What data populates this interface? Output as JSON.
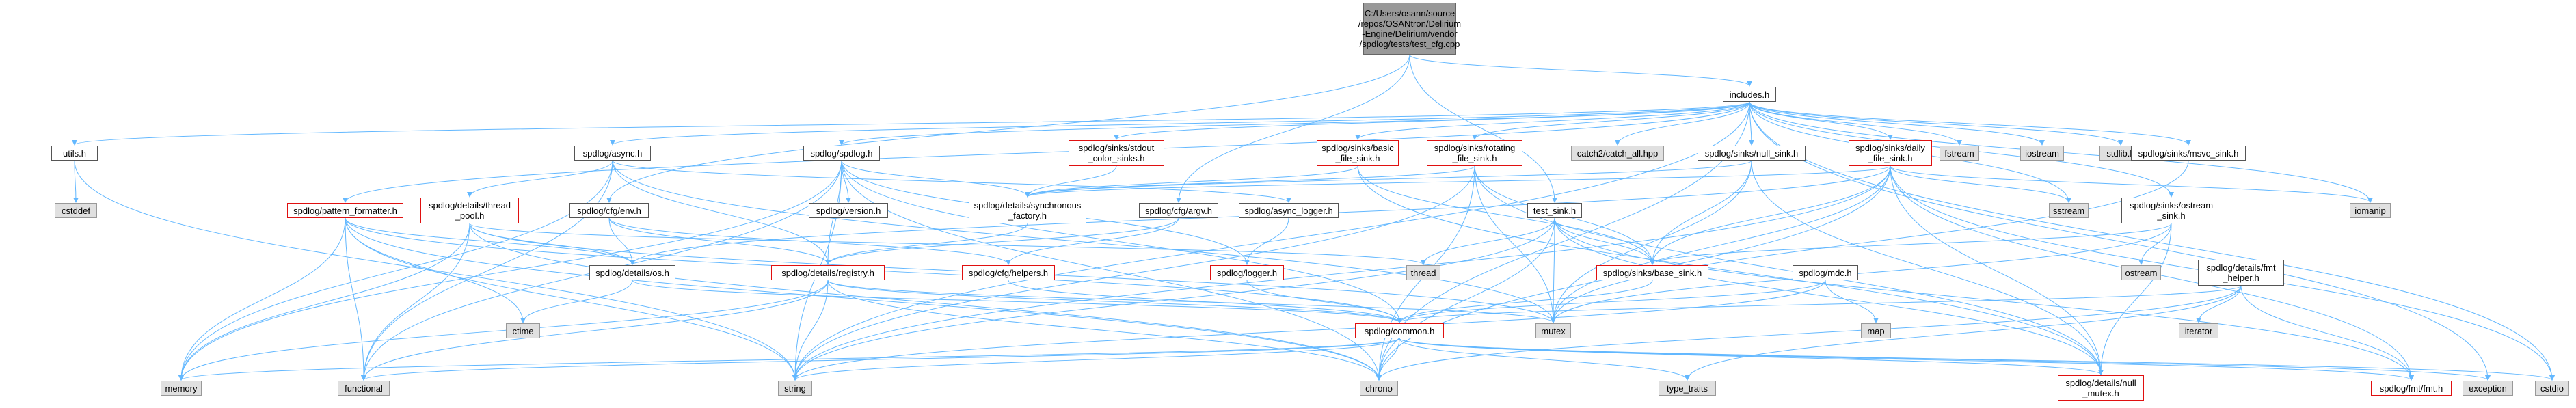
{
  "colors": {
    "edge": "#63b8ff",
    "box_border": "#555555",
    "box_border_incomplete": "#e01010",
    "system_fill": "#e0e0e0",
    "root_fill": "#999999"
  },
  "nodes": [
    {
      "id": "root",
      "label": "C:/Users/osann/source\n/repos/OSANtron/Delirium\n-Engine/Delirium/vendor\n/spdlog/tests/test_cfg.cpp",
      "kind": "root"
    },
    {
      "id": "includes_h",
      "label": "includes.h",
      "kind": "doc"
    },
    {
      "id": "utils_h",
      "label": "utils.h",
      "kind": "doc"
    },
    {
      "id": "cstddef",
      "label": "cstddef",
      "kind": "sys"
    },
    {
      "id": "async_h",
      "label": "spdlog/async.h",
      "kind": "doc"
    },
    {
      "id": "spdlog_h",
      "label": "spdlog/spdlog.h",
      "kind": "doc"
    },
    {
      "id": "stdout_color_sinks_h",
      "label": "spdlog/sinks/stdout\n_color_sinks.h",
      "kind": "incomplete"
    },
    {
      "id": "basic_file_sink_h",
      "label": "spdlog/sinks/basic\n_file_sink.h",
      "kind": "incomplete"
    },
    {
      "id": "rotating_file_sink_h",
      "label": "spdlog/sinks/rotating\n_file_sink.h",
      "kind": "incomplete"
    },
    {
      "id": "catch_all_hpp",
      "label": "catch2/catch_all.hpp",
      "kind": "sys"
    },
    {
      "id": "null_sink_h",
      "label": "spdlog/sinks/null_sink.h",
      "kind": "doc"
    },
    {
      "id": "daily_file_sink_h",
      "label": "spdlog/sinks/daily\n_file_sink.h",
      "kind": "incomplete"
    },
    {
      "id": "fstream",
      "label": "fstream",
      "kind": "sys"
    },
    {
      "id": "iostream",
      "label": "iostream",
      "kind": "sys"
    },
    {
      "id": "stdlib_h",
      "label": "stdlib.h",
      "kind": "sys"
    },
    {
      "id": "msvc_sink_h",
      "label": "spdlog/sinks/msvc_sink.h",
      "kind": "doc"
    },
    {
      "id": "iomanip",
      "label": "iomanip",
      "kind": "sys"
    },
    {
      "id": "pattern_formatter_h",
      "label": "spdlog/pattern_formatter.h",
      "kind": "incomplete"
    },
    {
      "id": "thread_pool_h",
      "label": "spdlog/details/thread\n_pool.h",
      "kind": "incomplete"
    },
    {
      "id": "cfg_env_h",
      "label": "spdlog/cfg/env.h",
      "kind": "doc"
    },
    {
      "id": "version_h",
      "label": "spdlog/version.h",
      "kind": "doc"
    },
    {
      "id": "synchronous_factory_h",
      "label": "spdlog/details/synchronous\n_factory.h",
      "kind": "doc"
    },
    {
      "id": "cfg_argv_h",
      "label": "spdlog/cfg/argv.h",
      "kind": "doc"
    },
    {
      "id": "async_logger_h",
      "label": "spdlog/async_logger.h",
      "kind": "doc"
    },
    {
      "id": "test_sink_h",
      "label": "test_sink.h",
      "kind": "doc"
    },
    {
      "id": "sstream",
      "label": "sstream",
      "kind": "sys"
    },
    {
      "id": "ostream_sink_h",
      "label": "spdlog/sinks/ostream\n_sink.h",
      "kind": "doc"
    },
    {
      "id": "thread",
      "label": "thread",
      "kind": "sys"
    },
    {
      "id": "os_h",
      "label": "spdlog/details/os.h",
      "kind": "doc"
    },
    {
      "id": "registry_h",
      "label": "spdlog/details/registry.h",
      "kind": "incomplete"
    },
    {
      "id": "helpers_h",
      "label": "spdlog/cfg/helpers.h",
      "kind": "incomplete"
    },
    {
      "id": "logger_h",
      "label": "spdlog/logger.h",
      "kind": "incomplete"
    },
    {
      "id": "base_sink_h",
      "label": "spdlog/sinks/base_sink.h",
      "kind": "incomplete"
    },
    {
      "id": "mdc_h",
      "label": "spdlog/mdc.h",
      "kind": "doc"
    },
    {
      "id": "ostream",
      "label": "ostream",
      "kind": "sys"
    },
    {
      "id": "fmt_helper_h",
      "label": "spdlog/details/fmt\n_helper.h",
      "kind": "doc"
    },
    {
      "id": "ctime",
      "label": "ctime",
      "kind": "sys"
    },
    {
      "id": "mutex",
      "label": "mutex",
      "kind": "sys"
    },
    {
      "id": "common_h",
      "label": "spdlog/common.h",
      "kind": "incomplete"
    },
    {
      "id": "map",
      "label": "map",
      "kind": "sys"
    },
    {
      "id": "iterator",
      "label": "iterator",
      "kind": "sys"
    },
    {
      "id": "memory",
      "label": "memory",
      "kind": "sys"
    },
    {
      "id": "functional",
      "label": "functional",
      "kind": "sys"
    },
    {
      "id": "string",
      "label": "string",
      "kind": "sys"
    },
    {
      "id": "chrono",
      "label": "chrono",
      "kind": "sys"
    },
    {
      "id": "type_traits",
      "label": "type_traits",
      "kind": "sys"
    },
    {
      "id": "null_mutex_h",
      "label": "spdlog/details/null\n_mutex.h",
      "kind": "incomplete"
    },
    {
      "id": "fmt_h",
      "label": "spdlog/fmt/fmt.h",
      "kind": "incomplete"
    },
    {
      "id": "exception",
      "label": "exception",
      "kind": "sys"
    },
    {
      "id": "cstdio",
      "label": "cstdio",
      "kind": "sys"
    }
  ],
  "edges": [
    [
      "root",
      "includes_h"
    ],
    [
      "root",
      "cfg_env_h"
    ],
    [
      "root",
      "cfg_argv_h"
    ],
    [
      "root",
      "test_sink_h"
    ],
    [
      "includes_h",
      "utils_h"
    ],
    [
      "includes_h",
      "async_h"
    ],
    [
      "includes_h",
      "spdlog_h"
    ],
    [
      "includes_h",
      "stdout_color_sinks_h"
    ],
    [
      "includes_h",
      "basic_file_sink_h"
    ],
    [
      "includes_h",
      "rotating_file_sink_h"
    ],
    [
      "includes_h",
      "catch_all_hpp"
    ],
    [
      "includes_h",
      "null_sink_h"
    ],
    [
      "includes_h",
      "daily_file_sink_h"
    ],
    [
      "includes_h",
      "fstream"
    ],
    [
      "includes_h",
      "iostream"
    ],
    [
      "includes_h",
      "stdlib_h"
    ],
    [
      "includes_h",
      "msvc_sink_h"
    ],
    [
      "includes_h",
      "iomanip"
    ],
    [
      "includes_h",
      "pattern_formatter_h"
    ],
    [
      "includes_h",
      "ostream_sink_h"
    ],
    [
      "includes_h",
      "sstream"
    ],
    [
      "includes_h",
      "chrono"
    ],
    [
      "includes_h",
      "exception"
    ],
    [
      "includes_h",
      "cstdio"
    ],
    [
      "includes_h",
      "string"
    ],
    [
      "utils_h",
      "cstddef"
    ],
    [
      "utils_h",
      "string"
    ],
    [
      "async_h",
      "thread_pool_h"
    ],
    [
      "async_h",
      "async_logger_h"
    ],
    [
      "async_h",
      "registry_h"
    ],
    [
      "async_h",
      "memory"
    ],
    [
      "async_h",
      "mutex"
    ],
    [
      "async_h",
      "functional"
    ],
    [
      "spdlog_h",
      "version_h"
    ],
    [
      "spdlog_h",
      "synchronous_factory_h"
    ],
    [
      "spdlog_h",
      "registry_h"
    ],
    [
      "spdlog_h",
      "logger_h"
    ],
    [
      "spdlog_h",
      "common_h"
    ],
    [
      "spdlog_h",
      "chrono"
    ],
    [
      "spdlog_h",
      "functional"
    ],
    [
      "spdlog_h",
      "memory"
    ],
    [
      "spdlog_h",
      "string"
    ],
    [
      "stdout_color_sinks_h",
      "synchronous_factory_h"
    ],
    [
      "basic_file_sink_h",
      "synchronous_factory_h"
    ],
    [
      "basic_file_sink_h",
      "base_sink_h"
    ],
    [
      "basic_file_sink_h",
      "null_mutex_h"
    ],
    [
      "rotating_file_sink_h",
      "synchronous_factory_h"
    ],
    [
      "rotating_file_sink_h",
      "base_sink_h"
    ],
    [
      "rotating_file_sink_h",
      "null_mutex_h"
    ],
    [
      "rotating_file_sink_h",
      "mutex"
    ],
    [
      "rotating_file_sink_h",
      "chrono"
    ],
    [
      "rotating_file_sink_h",
      "string"
    ],
    [
      "null_sink_h",
      "base_sink_h"
    ],
    [
      "null_sink_h",
      "null_mutex_h"
    ],
    [
      "null_sink_h",
      "synchronous_factory_h"
    ],
    [
      "null_sink_h",
      "mutex"
    ],
    [
      "daily_file_sink_h",
      "synchronous_factory_h"
    ],
    [
      "daily_file_sink_h",
      "base_sink_h"
    ],
    [
      "daily_file_sink_h",
      "null_mutex_h"
    ],
    [
      "daily_file_sink_h",
      "fmt_h"
    ],
    [
      "daily_file_sink_h",
      "os_h"
    ],
    [
      "daily_file_sink_h",
      "chrono"
    ],
    [
      "daily_file_sink_h",
      "iomanip"
    ],
    [
      "daily_file_sink_h",
      "sstream"
    ],
    [
      "daily_file_sink_h",
      "cstdio"
    ],
    [
      "daily_file_sink_h",
      "mutex"
    ],
    [
      "daily_file_sink_h",
      "string"
    ],
    [
      "msvc_sink_h",
      "mutex"
    ],
    [
      "pattern_formatter_h",
      "common_h"
    ],
    [
      "pattern_formatter_h",
      "os_h"
    ],
    [
      "pattern_formatter_h",
      "ctime"
    ],
    [
      "pattern_formatter_h",
      "memory"
    ],
    [
      "pattern_formatter_h",
      "string"
    ],
    [
      "pattern_formatter_h",
      "chrono"
    ],
    [
      "pattern_formatter_h",
      "functional"
    ],
    [
      "thread_pool_h",
      "mutex"
    ],
    [
      "thread_pool_h",
      "os_h"
    ],
    [
      "thread_pool_h",
      "chrono"
    ],
    [
      "thread_pool_h",
      "memory"
    ],
    [
      "thread_pool_h",
      "thread"
    ],
    [
      "thread_pool_h",
      "functional"
    ],
    [
      "cfg_env_h",
      "helpers_h"
    ],
    [
      "cfg_env_h",
      "registry_h"
    ],
    [
      "cfg_env_h",
      "os_h"
    ],
    [
      "synchronous_factory_h",
      "registry_h"
    ],
    [
      "cfg_argv_h",
      "helpers_h"
    ],
    [
      "cfg_argv_h",
      "registry_h"
    ],
    [
      "async_logger_h",
      "logger_h"
    ],
    [
      "test_sink_h",
      "base_sink_h"
    ],
    [
      "test_sink_h",
      "null_mutex_h"
    ],
    [
      "test_sink_h",
      "fmt_h"
    ],
    [
      "test_sink_h",
      "mutex"
    ],
    [
      "test_sink_h",
      "string"
    ],
    [
      "test_sink_h",
      "chrono"
    ],
    [
      "test_sink_h",
      "thread"
    ],
    [
      "ostream_sink_h",
      "base_sink_h"
    ],
    [
      "ostream_sink_h",
      "ostream"
    ],
    [
      "ostream_sink_h",
      "mutex"
    ],
    [
      "ostream_sink_h",
      "null_mutex_h"
    ],
    [
      "os_h",
      "common_h"
    ],
    [
      "os_h",
      "ctime"
    ],
    [
      "registry_h",
      "common_h"
    ],
    [
      "registry_h",
      "chrono"
    ],
    [
      "registry_h",
      "functional"
    ],
    [
      "registry_h",
      "memory"
    ],
    [
      "registry_h",
      "string"
    ],
    [
      "registry_h",
      "mutex"
    ],
    [
      "helpers_h",
      "common_h"
    ],
    [
      "logger_h",
      "common_h"
    ],
    [
      "base_sink_h",
      "common_h"
    ],
    [
      "mdc_h",
      "map"
    ],
    [
      "mdc_h",
      "string"
    ],
    [
      "mdc_h",
      "common_h"
    ],
    [
      "fmt_helper_h",
      "chrono"
    ],
    [
      "fmt_helper_h",
      "iterator"
    ],
    [
      "fmt_helper_h",
      "type_traits"
    ],
    [
      "fmt_helper_h",
      "fmt_h"
    ],
    [
      "fmt_helper_h",
      "common_h"
    ],
    [
      "common_h",
      "null_mutex_h"
    ],
    [
      "common_h",
      "fmt_h"
    ],
    [
      "common_h",
      "chrono"
    ],
    [
      "common_h",
      "string"
    ],
    [
      "common_h",
      "memory"
    ],
    [
      "common_h",
      "functional"
    ],
    [
      "common_h",
      "exception"
    ],
    [
      "common_h",
      "cstdio"
    ],
    [
      "common_h",
      "type_traits"
    ]
  ]
}
